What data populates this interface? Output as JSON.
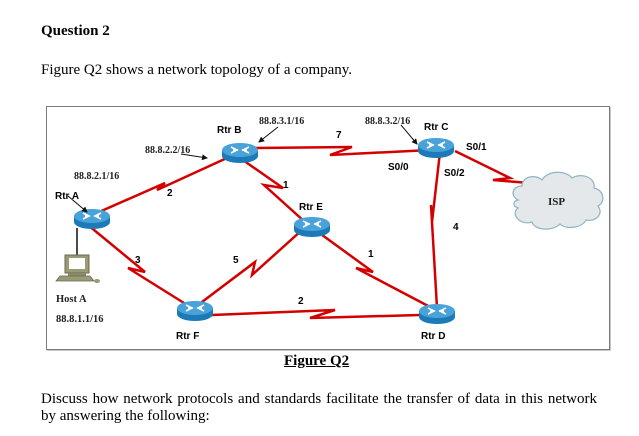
{
  "question": {
    "title": "Question 2",
    "intro": "Figure Q2 shows a network topology of a company."
  },
  "figure": {
    "caption": "Figure Q2",
    "routers": {
      "a": "Rtr A",
      "b": "Rtr B",
      "c": "Rtr C",
      "d": "Rtr D",
      "e": "Rtr E",
      "f": "Rtr F"
    },
    "host": {
      "name": "Host A",
      "ip": "88.8.1.1/16"
    },
    "cloud": "ISP",
    "ip_labels": {
      "rtr_a_to_b": "88.8.2.1/16",
      "rtr_b_to_a": "88.8.2.2/16",
      "rtr_b_to_c": "88.8.3.1/16",
      "rtr_c_to_b": "88.8.3.2/16"
    },
    "interfaces": {
      "c_s00": "S0/0",
      "c_s01": "S0/1",
      "c_s02": "S0/2"
    },
    "link_costs": {
      "a_b": "2",
      "b_c": "7",
      "b_e": "1",
      "a_f": "3",
      "f_e": "5",
      "e_d": "1",
      "f_d": "2",
      "c_d": "4"
    },
    "colors": {
      "link": "#d40000",
      "router_top": "#4aa3d8",
      "router_side": "#1c7ab8",
      "cloud_fill": "#e4e8ea",
      "cloud_stroke": "#8fb4c4"
    }
  },
  "body_text": "Discuss how network protocols and standards facilitate the transfer of data in this network by answering the following:"
}
